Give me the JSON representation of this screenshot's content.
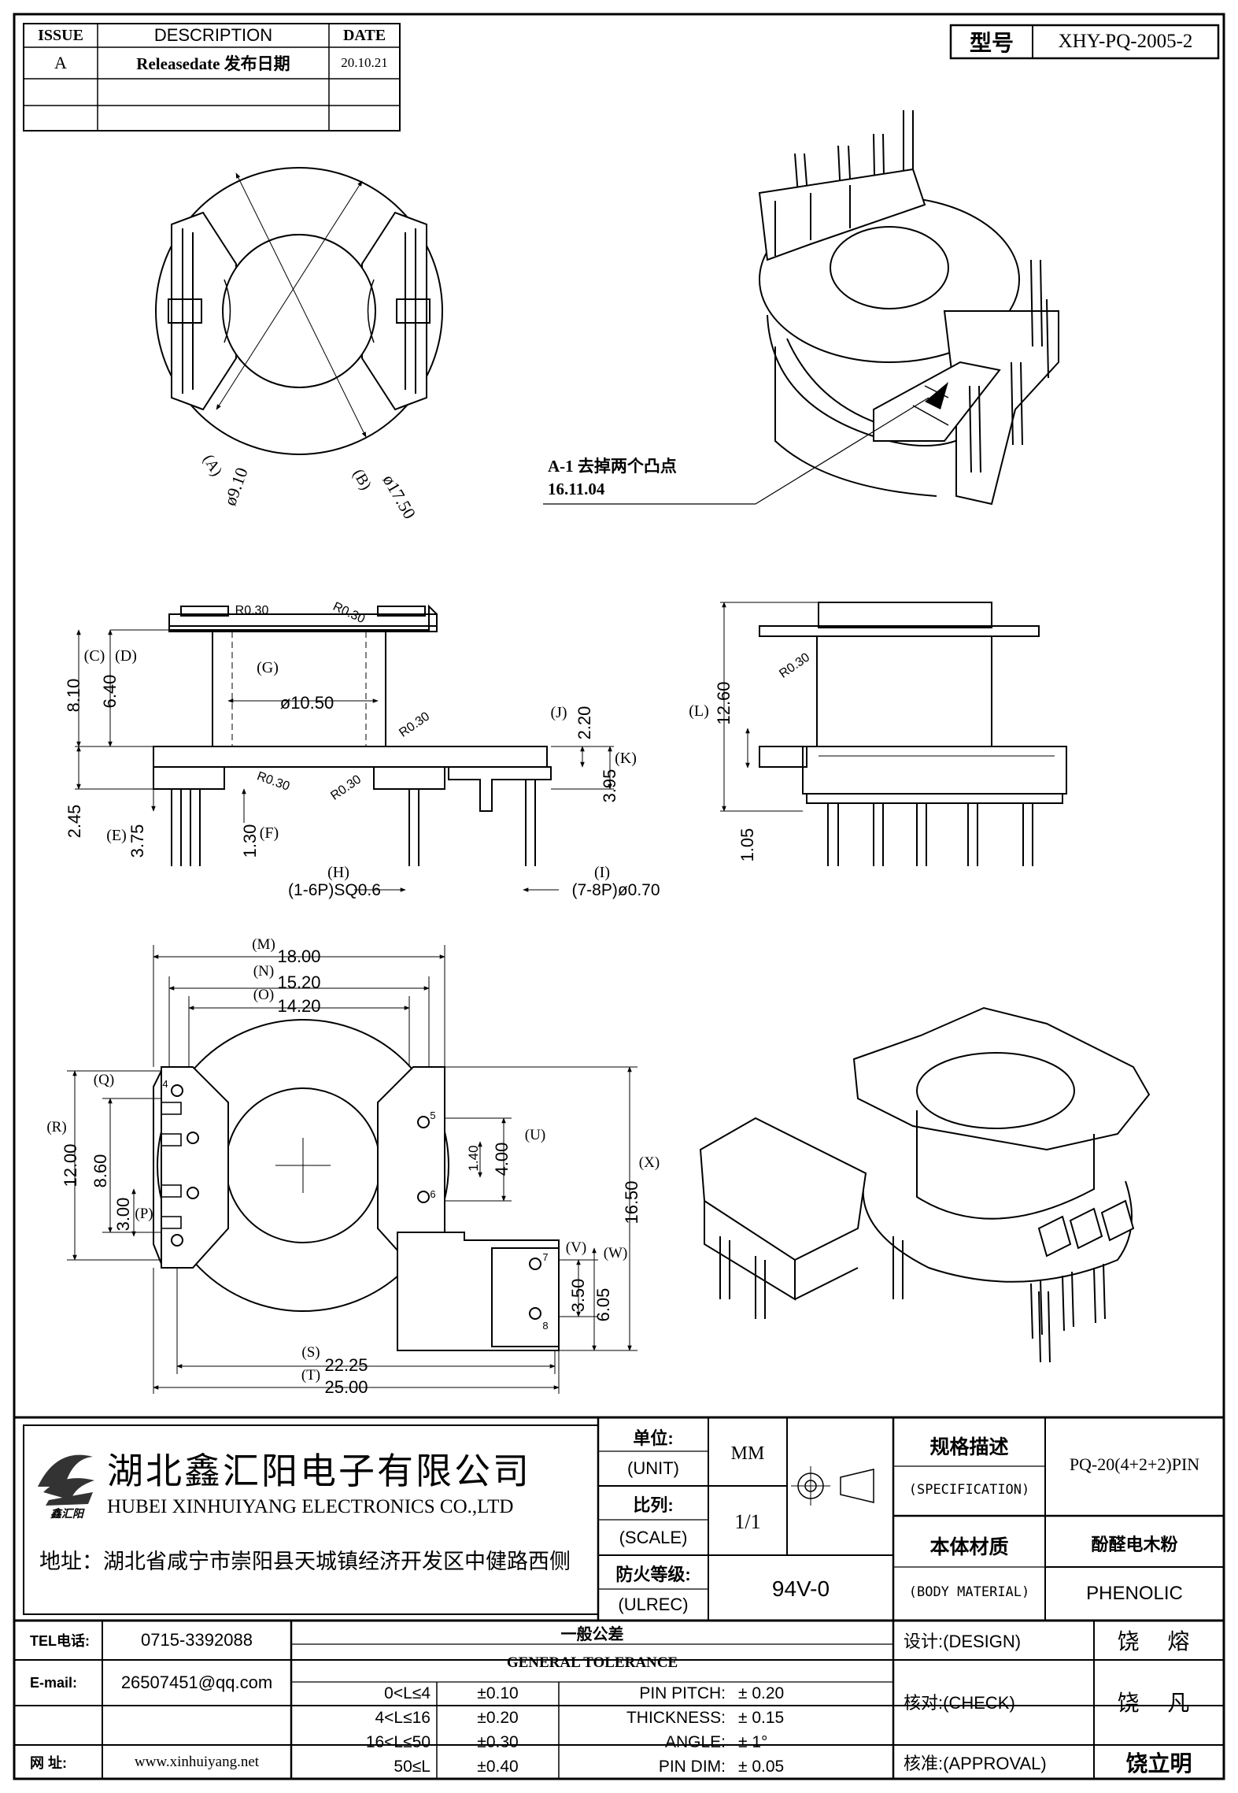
{
  "model": {
    "label": "型号",
    "value": "XHY-PQ-2005-2"
  },
  "revision": {
    "headers": [
      "ISSUE",
      "DESCRIPTION",
      "DATE"
    ],
    "rows": [
      {
        "issue": "A",
        "description": "Releasedate 发布日期",
        "date": "20.10.21"
      },
      {
        "issue": "",
        "description": "",
        "date": ""
      },
      {
        "issue": "",
        "description": "",
        "date": ""
      }
    ]
  },
  "top_view": {
    "dim_a": "(A)",
    "dim_a_value": "ø9.10",
    "dim_b": "(B)",
    "dim_b_value": "ø17.50"
  },
  "note": {
    "text": "A-1 去掉两个凸点",
    "date": "16.11.04"
  },
  "side_view": {
    "c": "(C)",
    "d": "(D)",
    "g": "(G)",
    "j": "(J)",
    "k": "(K)",
    "e": "(E)",
    "f": "(F)",
    "h": "(H)",
    "i": "(I)",
    "val_810": "8.10",
    "val_640": "6.40",
    "val_1050": "ø10.50",
    "val_220": "2.20",
    "val_395": "3.95",
    "val_245": "2.45",
    "val_375": "3.75",
    "val_130": "1.30",
    "r030": "R0.30",
    "pin_h": "(1-6P)SQ0.6",
    "pin_i": "(7-8P)ø0.70"
  },
  "front_view": {
    "l": "(L)",
    "val_1260": "12.60",
    "val_105": "1.05",
    "r030": "R0.30"
  },
  "bottom_view": {
    "m": "(M)",
    "val_m": "18.00",
    "n": "(N)",
    "val_n": "15.20",
    "o": "(O)",
    "val_o": "14.20",
    "q": "(Q)",
    "r": "(R)",
    "val_r": "12.00",
    "val_860": "8.60",
    "p": "(P)",
    "val_300": "3.00",
    "u": "(U)",
    "val_140": "1.40",
    "val_400": "4.00",
    "x": "(X)",
    "val_1650": "16.50",
    "v": "(V)",
    "w": "(W)",
    "val_350": "3.50",
    "val_605": "6.05",
    "s": "(S)",
    "val_s": "22.25",
    "t": "(T)",
    "val_t": "25.00",
    "pins": [
      "4",
      "5",
      "6",
      "7",
      "8"
    ]
  },
  "company": {
    "name_cn": "湖北鑫汇阳电子有限公司",
    "name_en": "HUBEI XINHUIYANG ELECTRONICS CO.,LTD",
    "address": "地址：湖北省咸宁市崇阳县天城镇经济开发区中健路西侧",
    "logo_text": "鑫汇阳"
  },
  "spec_table": {
    "unit_cn": "单位:",
    "unit_en": "(UNIT)",
    "unit_value": "MM",
    "scale_cn": "比列:",
    "scale_en": "(SCALE)",
    "scale_value": "1/1",
    "ul_cn": "防火等级:",
    "ul_en": "(ULREC)",
    "ul_value": "94V-0",
    "spec_cn": "规格描述",
    "spec_en": "(SPECIFICATION)",
    "spec_value": "PQ-20(4+2+2)PIN",
    "mat_cn": "本体材质",
    "mat_en": "(BODY MATERIAL)",
    "mat_value_cn": "酚醛电木粉",
    "mat_value_en": "PHENOLIC"
  },
  "contact": {
    "tel_label": "TEL电话:",
    "tel": "0715-3392088",
    "email_label": "E-mail:",
    "email": "26507451@qq.com",
    "web_label": "网  址:",
    "web": "www.xinhuiyang.net"
  },
  "tolerance": {
    "title_cn": "一般公差",
    "title_en": "GENERAL TOLERANCE",
    "rows": [
      {
        "range": "0<L≤4",
        "tol": "±0.10",
        "item": "PIN PITCH:",
        "value": "±  0.20"
      },
      {
        "range": "4<L≤16",
        "tol": "±0.20",
        "item": "THICKNESS:",
        "value": "±  0.15"
      },
      {
        "range": "16<L≤50",
        "tol": "±0.30",
        "item": "ANGLE:",
        "value": "±  1°"
      },
      {
        "range": "50≤L",
        "tol": "±0.40",
        "item": "PIN DIM:",
        "value": "±  0.05"
      }
    ]
  },
  "approval": {
    "design_label": "设计:(DESIGN)",
    "design": "饶  熔",
    "check_label": "核对:(CHECK)",
    "check": "饶  凡",
    "approval_label": "核准:(APPROVAL)",
    "approval": "饶立明"
  }
}
